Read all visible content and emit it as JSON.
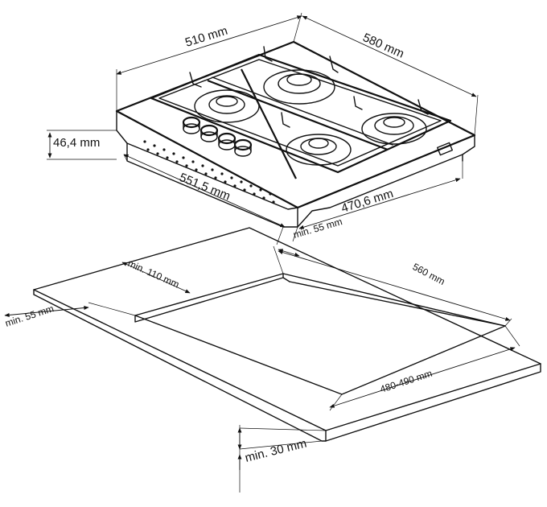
{
  "diagram": {
    "hob_dimensions": {
      "width_top": "510 mm",
      "depth_top": "580 mm",
      "height": "46,4 mm",
      "width_body": "551,5 mm",
      "depth_body": "470,6 mm"
    },
    "cutout_dimensions": {
      "clearance_back": "min. 55 mm",
      "clearance_side": "min. 110 mm",
      "clearance_front": "min. 55 mm",
      "cutout_width": "560 mm",
      "cutout_depth": "480-490 mm",
      "worktop_thickness": "min. 30 mm"
    }
  }
}
